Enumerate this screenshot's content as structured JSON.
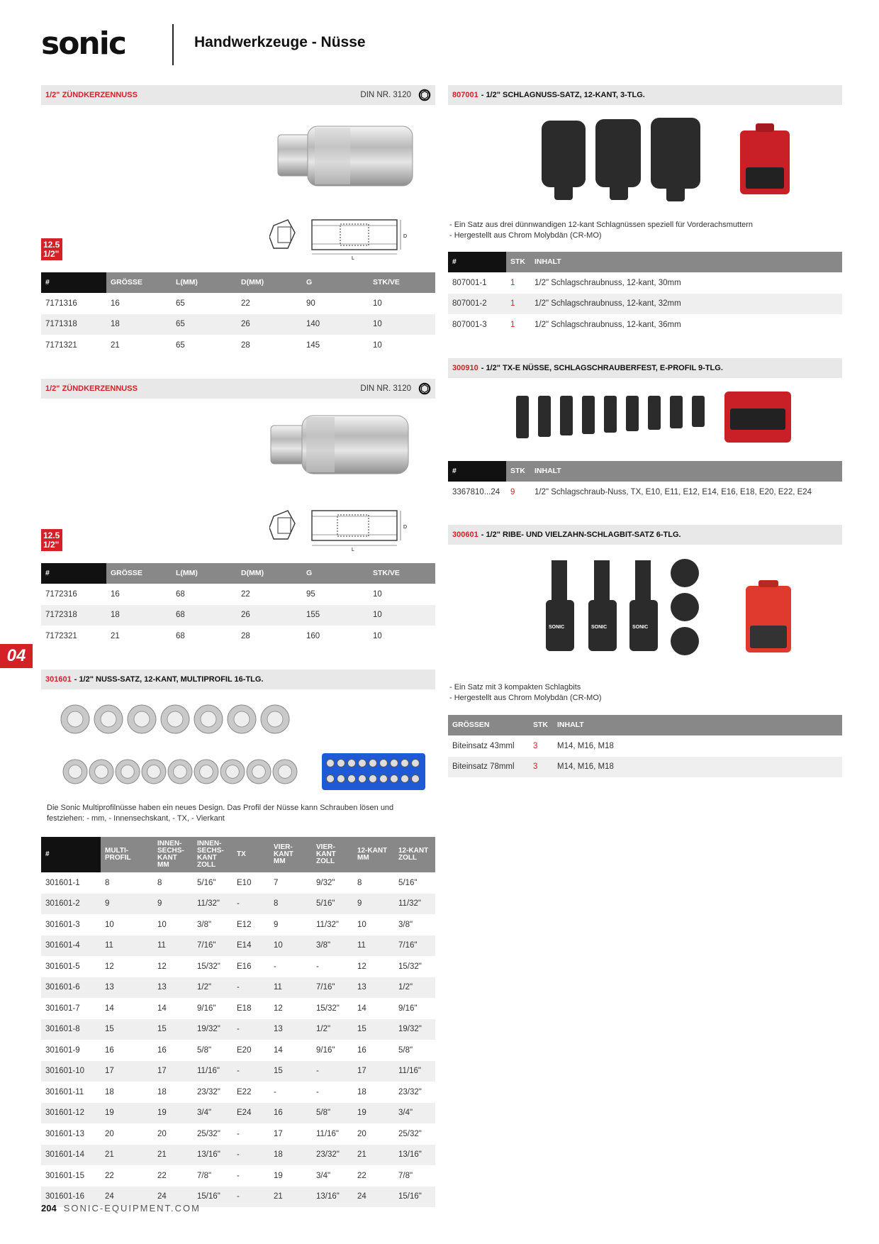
{
  "header": {
    "logo": "sonic",
    "title": "Handwerkzeuge - Nüsse"
  },
  "side_tab": "04",
  "footer": {
    "page": "204",
    "site": "SONIC-EQUIPMENT.COM"
  },
  "spark1": {
    "title": "1/2\" ZÜNDKERZENNUSS",
    "din": "DIN NR. 3120",
    "badge": [
      "12.5",
      "1/2\""
    ],
    "columns": [
      "#",
      "GRÖSSE",
      "L(MM)",
      "D(MM)",
      "G",
      "STK/VE"
    ],
    "rows": [
      [
        "7171316",
        "16",
        "65",
        "22",
        "90",
        "10"
      ],
      [
        "7171318",
        "18",
        "65",
        "26",
        "140",
        "10"
      ],
      [
        "7171321",
        "21",
        "65",
        "28",
        "145",
        "10"
      ]
    ]
  },
  "spark2": {
    "title": "1/2\" ZÜNDKERZENNUSS",
    "din": "DIN NR. 3120",
    "badge": [
      "12.5",
      "1/2\""
    ],
    "columns": [
      "#",
      "GRÖSSE",
      "L(MM)",
      "D(MM)",
      "G",
      "STK/VE"
    ],
    "rows": [
      [
        "7172316",
        "16",
        "68",
        "22",
        "95",
        "10"
      ],
      [
        "7172318",
        "18",
        "68",
        "26",
        "155",
        "10"
      ],
      [
        "7172321",
        "21",
        "68",
        "28",
        "160",
        "10"
      ]
    ]
  },
  "multi": {
    "code": "301601",
    "title": " - 1/2\" NUSS-SATZ, 12-KANT, MULTIPROFIL 16-TLG.",
    "desc": "Die Sonic Multiprofilnüsse haben ein neues Design. Das Profil der Nüsse kann Schrauben lösen und festziehen: - mm, - Innensechskant, - TX, - Vierkant",
    "columns": [
      "#",
      "MULTI-\nPROFIL",
      "INNEN-\nSECHS-\nKANT\nMM",
      "INNEN-\nSECHS-\nKANT\nZOLL",
      "TX",
      "VIER-\nKANT\nMM",
      "VIER-\nKANT\nZOLL",
      "12-KANT\nMM",
      "12-KANT\nZOLL"
    ],
    "rows": [
      [
        "301601-1",
        "8",
        "8",
        "5/16\"",
        "E10",
        "7",
        "9/32\"",
        "8",
        "5/16\""
      ],
      [
        "301601-2",
        "9",
        "9",
        "11/32\"",
        "-",
        "8",
        "5/16\"",
        "9",
        "11/32\""
      ],
      [
        "301601-3",
        "10",
        "10",
        "3/8\"",
        "E12",
        "9",
        "11/32\"",
        "10",
        "3/8\""
      ],
      [
        "301601-4",
        "11",
        "11",
        "7/16\"",
        "E14",
        "10",
        "3/8\"",
        "11",
        "7/16\""
      ],
      [
        "301601-5",
        "12",
        "12",
        "15/32\"",
        "E16",
        "-",
        "-",
        "12",
        "15/32\""
      ],
      [
        "301601-6",
        "13",
        "13",
        "1/2\"",
        "-",
        "11",
        "7/16\"",
        "13",
        "1/2\""
      ],
      [
        "301601-7",
        "14",
        "14",
        "9/16\"",
        "E18",
        "12",
        "15/32\"",
        "14",
        "9/16\""
      ],
      [
        "301601-8",
        "15",
        "15",
        "19/32\"",
        "-",
        "13",
        "1/2\"",
        "15",
        "19/32\""
      ],
      [
        "301601-9",
        "16",
        "16",
        "5/8\"",
        "E20",
        "14",
        "9/16\"",
        "16",
        "5/8\""
      ],
      [
        "301601-10",
        "17",
        "17",
        "11/16\"",
        "-",
        "15",
        "-",
        "17",
        "11/16\""
      ],
      [
        "301601-11",
        "18",
        "18",
        "23/32\"",
        "E22",
        "-",
        "-",
        "18",
        "23/32\""
      ],
      [
        "301601-12",
        "19",
        "19",
        "3/4\"",
        "E24",
        "16",
        "5/8\"",
        "19",
        "3/4\""
      ],
      [
        "301601-13",
        "20",
        "20",
        "25/32\"",
        "-",
        "17",
        "11/16\"",
        "20",
        "25/32\""
      ],
      [
        "301601-14",
        "21",
        "21",
        "13/16\"",
        "-",
        "18",
        "23/32\"",
        "21",
        "13/16\""
      ],
      [
        "301601-15",
        "22",
        "22",
        "7/8\"",
        "-",
        "19",
        "3/4\"",
        "22",
        "7/8\""
      ],
      [
        "301601-16",
        "24",
        "24",
        "15/16\"",
        "-",
        "21",
        "13/16\"",
        "24",
        "15/16\""
      ]
    ]
  },
  "set807": {
    "code": "807001",
    "title": " - 1/2\" SCHLAGNUSS-SATZ, 12-KANT, 3-TLG.",
    "desc": [
      "- Ein Satz aus drei dünnwandigen 12-kant Schlagnüssen speziell für Vorderachsmuttern",
      "- Hergestellt aus Chrom Molybdän (CR-MO)"
    ],
    "columns": [
      "#",
      "STK",
      "INHALT"
    ],
    "rows": [
      [
        "807001-1",
        "1",
        "1/2\" Schlagschraubnuss, 12-kant, 30mm"
      ],
      [
        "807001-2",
        "1",
        "1/2\" Schlagschraubnuss, 12-kant, 32mm"
      ],
      [
        "807001-3",
        "1",
        "1/2\" Schlagschraubnuss, 12-kant, 36mm"
      ]
    ]
  },
  "set300910": {
    "code": "300910",
    "title": " - 1/2\" TX-E NÜSSE, SCHLAGSCHRAUBERFEST, E-PROFIL 9-TLG.",
    "columns": [
      "#",
      "STK",
      "INHALT"
    ],
    "rows": [
      [
        "3367810...24",
        "9",
        "1/2\" Schlagschraub-Nuss, TX, E10, E11, E12, E14, E16, E18, E20, E22, E24"
      ]
    ]
  },
  "set300601": {
    "code": "300601",
    "title": " - 1/2\" RIBE- UND VIELZAHN-SCHLAGBIT-SATZ 6-TLG.",
    "desc": [
      "- Ein Satz mit 3 kompakten Schlagbits",
      "- Hergestellt aus Chrom Molybdän (CR-MO)"
    ],
    "bit_logo": "SONIC",
    "columns": [
      "GRÖSSEN",
      "STK",
      "INHALT"
    ],
    "rows": [
      [
        "Biteinsatz 43mml",
        "3",
        "M14, M16, M18"
      ],
      [
        "Biteinsatz 78mml",
        "3",
        "M14, M16, M18"
      ]
    ]
  },
  "drawing_labels": {
    "d": "D",
    "l": "L"
  },
  "colors": {
    "accent": "#d42027",
    "header_gray": "#888888",
    "header_black": "#111111",
    "row_alt": "#efefef"
  }
}
